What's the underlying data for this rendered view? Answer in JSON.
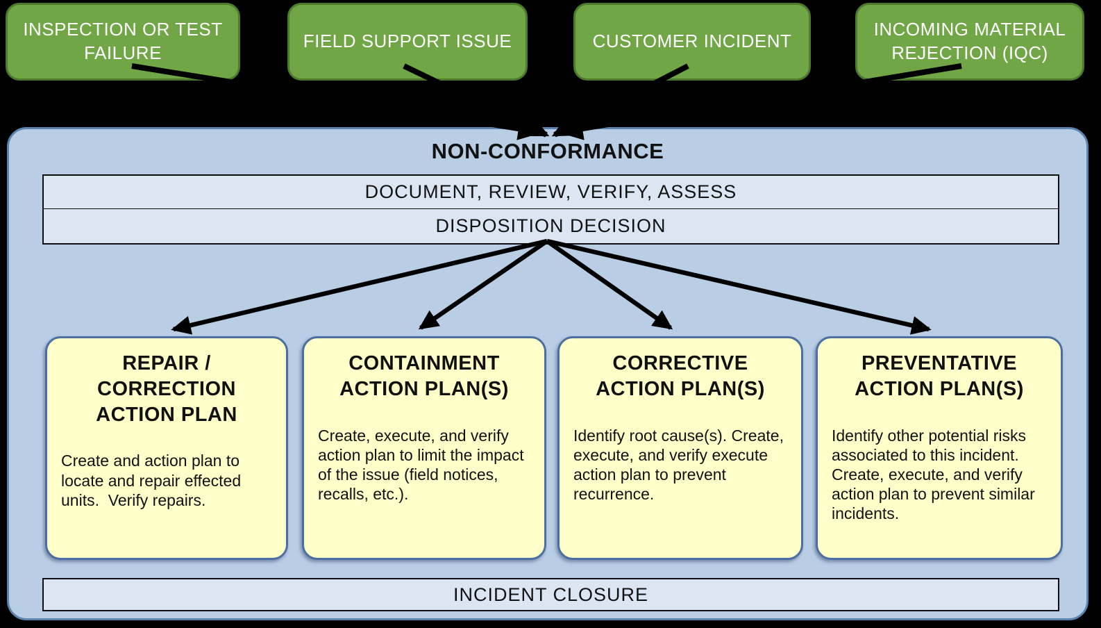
{
  "colors": {
    "bg": "#000000",
    "sourceFill": "#71A647",
    "sourceBorder": "#4E7A2E",
    "sourceText": "#FFFFFF",
    "containerFill": "#B9CDE5",
    "containerBorder": "#5B84AE",
    "barFill": "#DCE6F2",
    "barBorder": "#0D0D0D",
    "planFill": "#FFFFC9",
    "planBorder": "#4A6FA0",
    "arrow": "#000000",
    "text": "#111111"
  },
  "sources": [
    {
      "label": "INSPECTION OR TEST\nFAILURE"
    },
    {
      "label": "FIELD SUPPORT ISSUE"
    },
    {
      "label": "CUSTOMER INCIDENT"
    },
    {
      "label": "INCOMING MATERIAL\nREJECTION (IQC)"
    }
  ],
  "process": {
    "title": "NON-CONFORMANCE",
    "steps": [
      "DOCUMENT, REVIEW, VERIFY, ASSESS",
      "DISPOSITION DECISION"
    ],
    "closure": "INCIDENT CLOSURE"
  },
  "plans": [
    {
      "title": "REPAIR /\nCORRECTION\nACTION PLAN",
      "body": "Create and action plan to locate and repair effected units.  Verify repairs."
    },
    {
      "title": "CONTAINMENT\nACTION PLAN(S)",
      "body": "Create, execute, and verify action plan to limit the impact of the issue (field notices, recalls, etc.)."
    },
    {
      "title": "CORRECTIVE\nACTION PLAN(S)",
      "body": "Identify root cause(s). Create, execute, and verify execute action plan to prevent recurrence."
    },
    {
      "title": "PREVENTATIVE\nACTION PLAN(S)",
      "body": "Identify other potential risks associated to this incident.  Create, execute, and verify action plan to prevent similar incidents."
    }
  ]
}
